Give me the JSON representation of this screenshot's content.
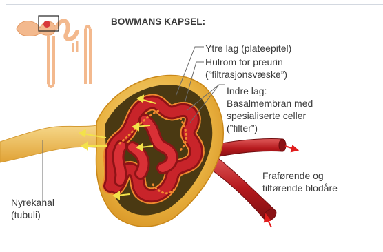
{
  "title": "BOWMANS KAPSEL:",
  "labels": {
    "outer_layer": "Ytre lag (plateepitel)",
    "cavity_line1": "Hulrom for preurin",
    "cavity_line2": "(”filtrasjonsvæske”)",
    "inner_line1": "Indre lag:",
    "inner_line2": "Basalmembran med",
    "inner_line3": "spesialiserte celler",
    "inner_line4": "(”filter”)",
    "vessels_line1": "Fraførende og",
    "vessels_line2": "tilførende blodåre",
    "tubule_line1": "Nyrekanal",
    "tubule_line2": "(tubuli)"
  },
  "colors": {
    "capsule": "#e8ab33",
    "capsule_light": "#f7d98c",
    "cavity": "#4a3912",
    "vessel": "#b5191d",
    "vessel_light": "#e05a5a",
    "arrow_yellow": "#f3e24a",
    "arrow_red": "#e11d1d",
    "frame": "#d3d8e0",
    "text": "#3a3a3a"
  }
}
